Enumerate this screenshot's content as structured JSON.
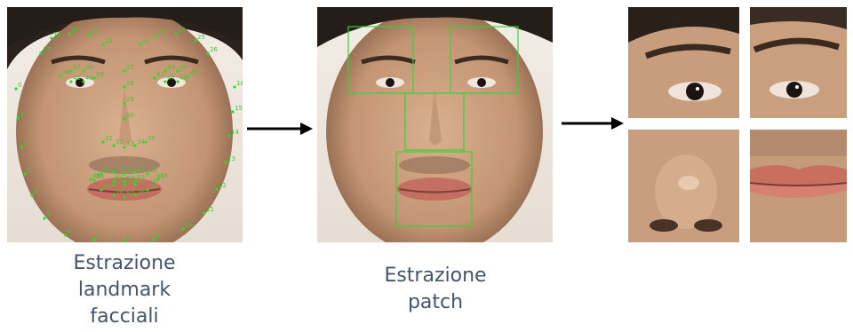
{
  "steps": [
    {
      "caption": "Estrazione\nlandmark\nfacciali"
    },
    {
      "caption": "Estrazione\npatch"
    }
  ],
  "landmark_numbers": [
    "0",
    "1",
    "2",
    "3",
    "4",
    "5",
    "6",
    "7",
    "8",
    "9",
    "10",
    "11",
    "12",
    "13",
    "14",
    "15",
    "16",
    "17",
    "18",
    "19",
    "20",
    "21",
    "22",
    "23",
    "24",
    "25",
    "26",
    "27",
    "28",
    "29",
    "30",
    "31",
    "32",
    "33",
    "34",
    "35",
    "36",
    "37",
    "38",
    "39",
    "40",
    "41",
    "42",
    "43",
    "44",
    "45",
    "46",
    "47",
    "48",
    "49",
    "50",
    "51",
    "52",
    "53",
    "54",
    "55",
    "56",
    "57",
    "58",
    "59",
    "60",
    "61",
    "62",
    "63",
    "64",
    "65",
    "66",
    "67"
  ],
  "patches": [
    "left-eye",
    "right-eye",
    "nose",
    "mouth"
  ],
  "colors": {
    "landmark": "#25e025",
    "patch_box": "#35d335",
    "caption": "#44546a",
    "arrow": "#000000",
    "skin": "#c9a07f"
  }
}
